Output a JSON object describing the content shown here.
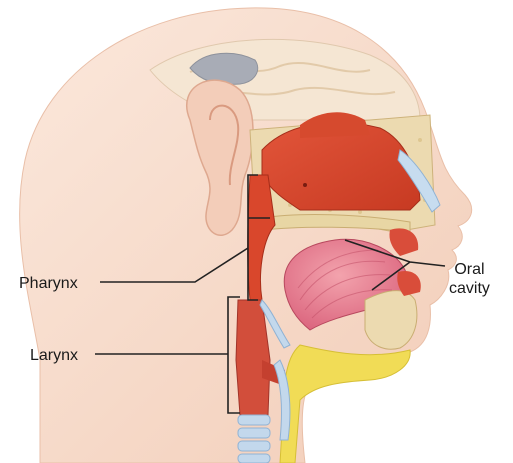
{
  "labels": {
    "pharynx": "Pharynx",
    "larynx": "Larynx",
    "oral_cavity_line1": "Oral",
    "oral_cavity_line2": "cavity"
  },
  "colors": {
    "skin": "#f7d9c8",
    "skin_shadow": "#efc3ab",
    "brain": "#f4e3cf",
    "sinus_red": "#d8462a",
    "tissue_pink": "#e9788a",
    "bone": "#ead6a3",
    "cartilage": "#bcd3ea",
    "fat_yellow": "#f2de5b",
    "leader_line": "#222222"
  }
}
